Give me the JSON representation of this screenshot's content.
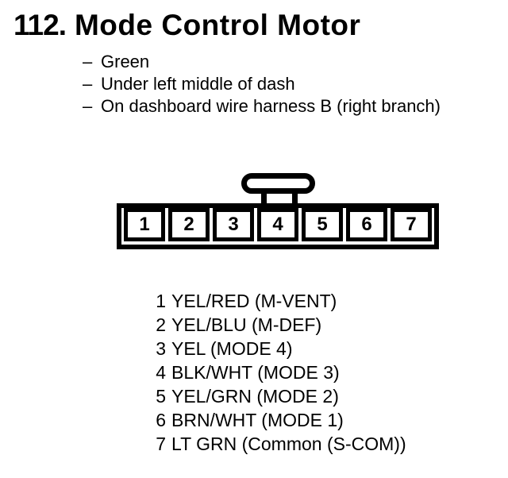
{
  "header": {
    "number": "112.",
    "title": "Mode Control Motor"
  },
  "notes": {
    "dash": "–",
    "items": [
      "Green",
      "Under left middle of dash",
      "On dashboard wire harness B (right branch)"
    ]
  },
  "connector": {
    "pins": [
      "1",
      "2",
      "3",
      "4",
      "5",
      "6",
      "7"
    ]
  },
  "pin_legend": [
    {
      "pin": "1",
      "label": "YEL/RED (M-VENT)"
    },
    {
      "pin": "2",
      "label": "YEL/BLU (M-DEF)"
    },
    {
      "pin": "3",
      "label": "YEL (MODE 4)"
    },
    {
      "pin": "4",
      "label": "BLK/WHT (MODE 3)"
    },
    {
      "pin": "5",
      "label": "YEL/GRN (MODE 2)"
    },
    {
      "pin": "6",
      "label": "BRN/WHT (MODE 1)"
    },
    {
      "pin": "7",
      "label": "LT GRN (Common (S-COM))"
    }
  ],
  "colors": {
    "ink": "#000000",
    "paper": "#ffffff"
  }
}
